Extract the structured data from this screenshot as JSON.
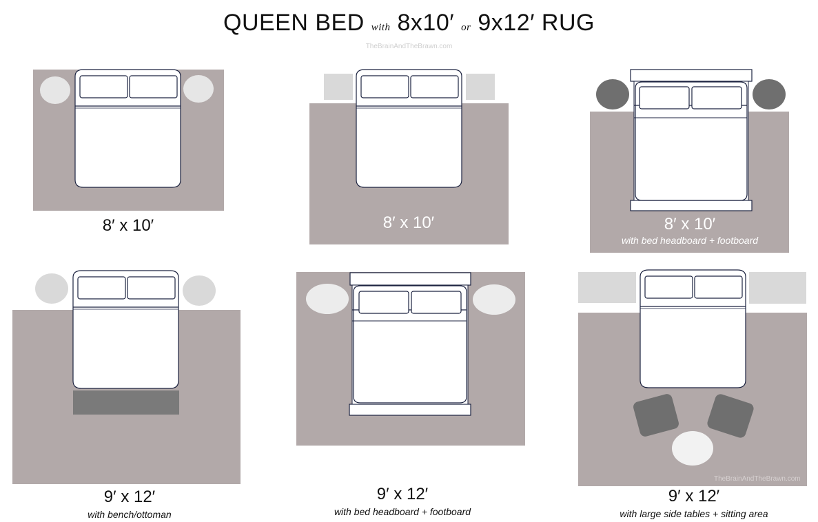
{
  "title": {
    "part1": "QUEEN BED",
    "with": "with",
    "part2": "8x10′",
    "or": "or",
    "part3": "9x12′ RUG"
  },
  "watermark": "TheBrainAndTheBrawn.com",
  "colors": {
    "rug": "#b2a9a9",
    "bed_outline": "#1c2340",
    "light_table": "#dcdcdc",
    "dark_table": "#6f6f6f",
    "bench": "#7a7a7a",
    "chair": "#6f6f6f"
  },
  "layouts": [
    {
      "size": "8′ x 10′",
      "caption": ""
    },
    {
      "size": "8′ x 10′",
      "caption": ""
    },
    {
      "size": "8′ x 10′",
      "caption": "with bed headboard + footboard"
    },
    {
      "size": "9′ x 12′",
      "caption": "with bench/ottoman"
    },
    {
      "size": "9′ x 12′",
      "caption": "with bed headboard + footboard"
    },
    {
      "size": "9′ x 12′",
      "caption": "with large side tables + sitting area"
    }
  ]
}
